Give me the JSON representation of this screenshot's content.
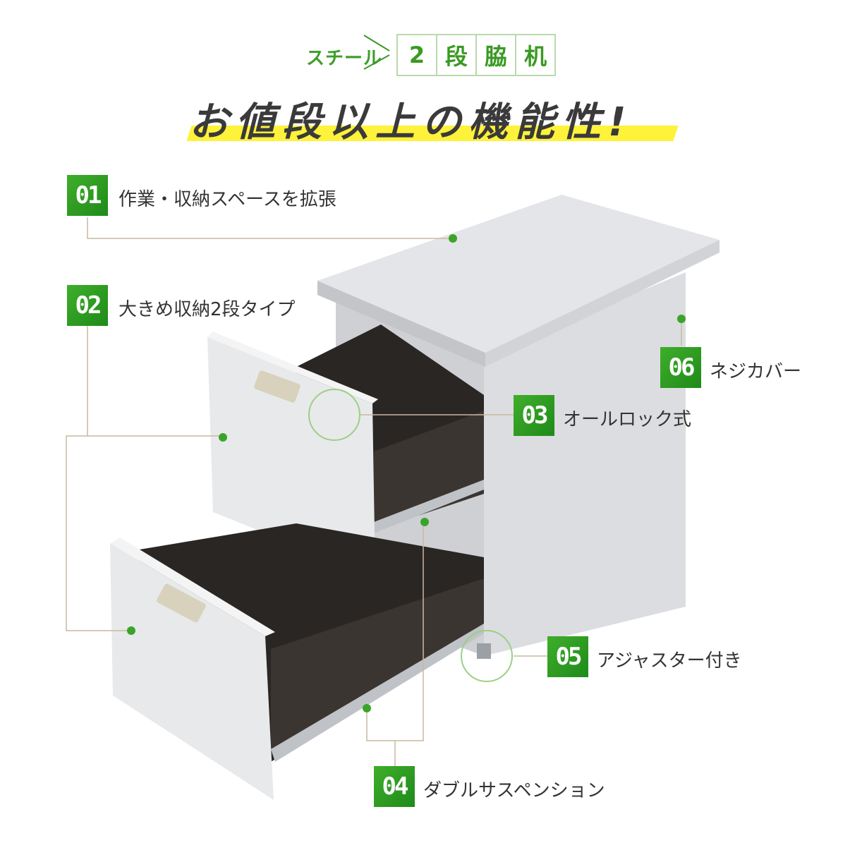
{
  "header": {
    "material": "スチール",
    "title_chars": [
      "2",
      "段",
      "脇",
      "机"
    ],
    "headline": "お値段以上の機能性!"
  },
  "features": [
    {
      "num": "01",
      "label": "作業・収納スペースを拡張"
    },
    {
      "num": "02",
      "label": "大きめ収納2段タイプ"
    },
    {
      "num": "03",
      "label": "オールロック式"
    },
    {
      "num": "04",
      "label": "ダブルサスペンション"
    },
    {
      "num": "05",
      "label": "アジャスター付き"
    },
    {
      "num": "06",
      "label": "ネジカバー"
    }
  ],
  "colors": {
    "accent_green": "#2e9a22",
    "highlight_yellow": "#fff23a",
    "line_tan": "#c9b9a0"
  }
}
